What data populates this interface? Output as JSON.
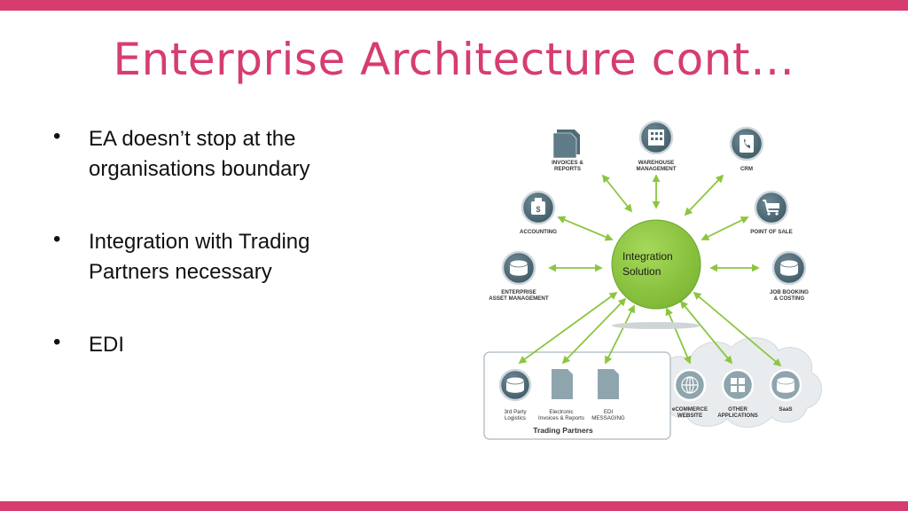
{
  "slide": {
    "title": "Enterprise Architecture cont…",
    "accent_color": "#d63d6e",
    "bullets": [
      "EA doesn’t stop at the organisations boundary",
      "Integration with Trading Partners necessary",
      "EDI"
    ]
  },
  "diagram": {
    "center": {
      "line1": "Integration",
      "line2": "Solution",
      "color": "#8cc63f"
    },
    "systems": {
      "invoices": [
        "INVOICES &",
        "REPORTS"
      ],
      "warehouse": [
        "WAREHOUSE",
        "MANAGEMENT"
      ],
      "crm": [
        "CRM"
      ],
      "accounting": [
        "ACCOUNTING"
      ],
      "pos": [
        "POINT OF SALE"
      ],
      "eam": [
        "ENTERPRISE",
        "ASSET MANAGEMENT"
      ],
      "jobbooking": [
        "JOB BOOKING",
        "& COSTING"
      ]
    },
    "trading_partners": {
      "title": "Trading Partners",
      "logistics": [
        "3rd Party",
        "Logistics"
      ],
      "einvoices": [
        "Electronic",
        "Invoices & Reports"
      ],
      "edi": [
        "EDI",
        "MESSAGING"
      ]
    },
    "cloud": {
      "ecommerce": [
        "eCOMMERCE",
        "WEBSITE"
      ],
      "other": [
        "OTHER",
        "APPLICATIONS"
      ],
      "saas": [
        "SaaS"
      ]
    }
  }
}
